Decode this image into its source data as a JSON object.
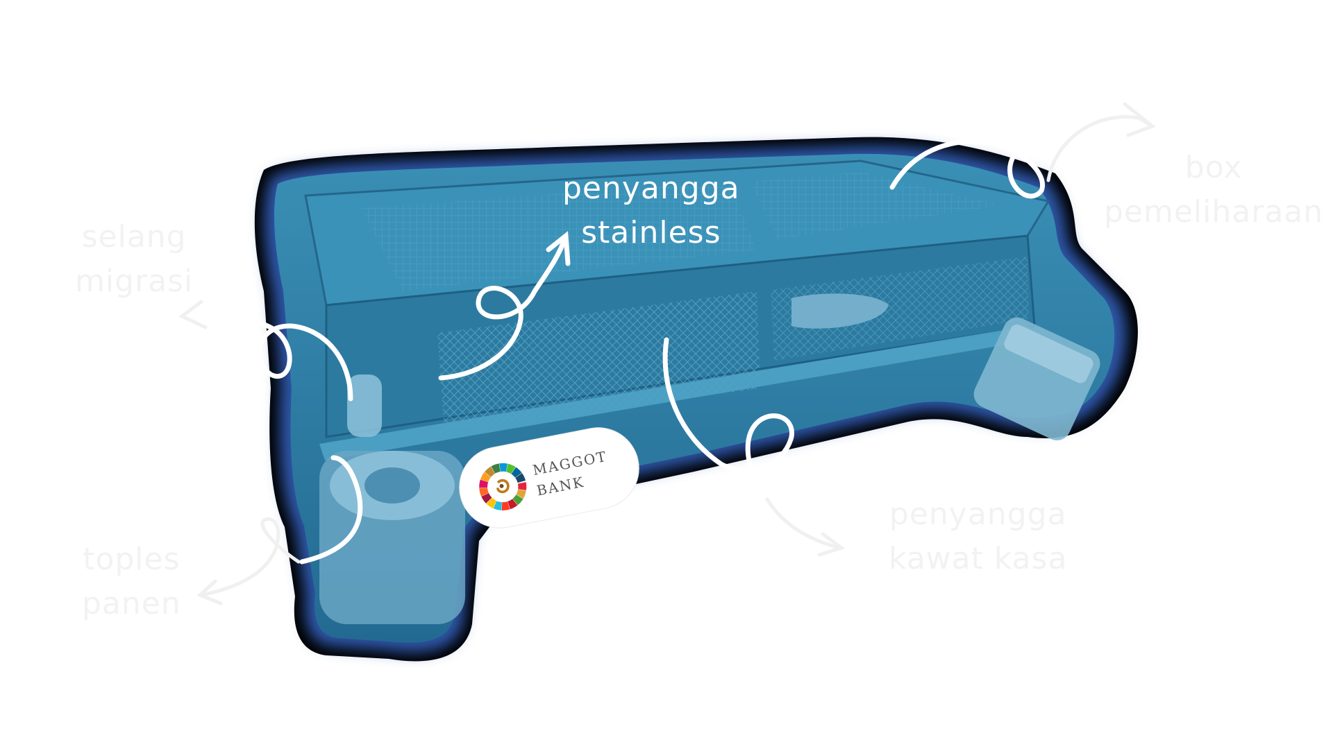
{
  "labels": {
    "penyangga_stainless": {
      "line1": "penyangga",
      "line2": "stainless"
    },
    "box_pemeliharaan": {
      "line1": "box",
      "line2": "pemeliharaan"
    },
    "selang_migrasi": {
      "line1": "selang",
      "line2": "migrasi"
    },
    "toples_panen": {
      "line1": "toples",
      "line2": "panen"
    },
    "penyangga_kawat_kasa": {
      "line1": "penyangga",
      "line2": "kawat kasa"
    }
  },
  "badge": {
    "line1": "MAGGOT",
    "line2": "BANK"
  },
  "icons": {
    "logo": "sdg-color-wheel-icon",
    "arrows": "hand-drawn-loop-arrow-icon"
  },
  "colors": {
    "device_body": "#2f7fa4",
    "device_dark": "#1f5f84",
    "glow": "#2b4f9e",
    "outline": "#000000",
    "label_faint": "#f2f2f2",
    "label_bright": "#ffffff"
  }
}
